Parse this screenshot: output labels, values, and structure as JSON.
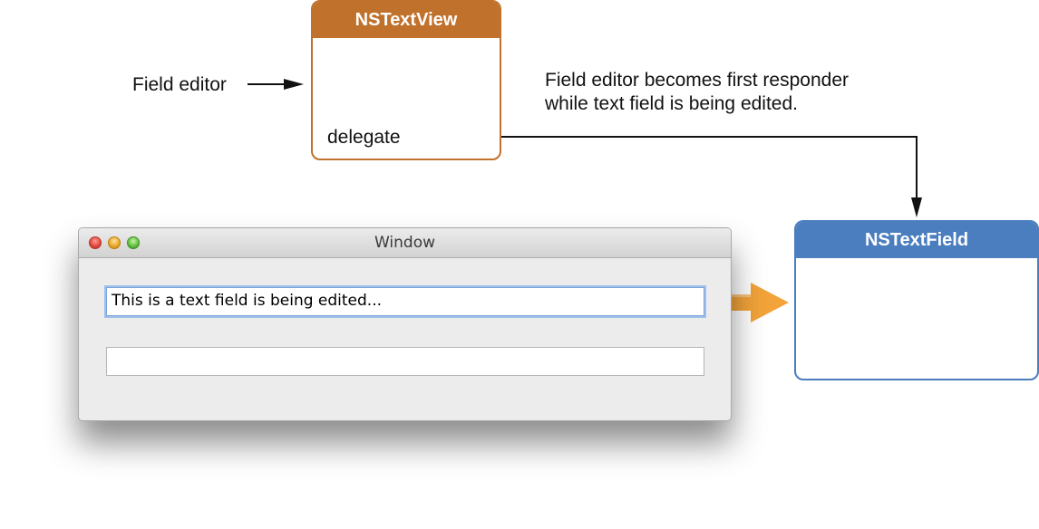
{
  "nstextview": {
    "title": "NSTextView",
    "outlet_label": "delegate",
    "color": "#c0712c"
  },
  "nstextfield": {
    "title": "NSTextField",
    "color": "#4a7ebf"
  },
  "labels": {
    "field_editor": "Field editor",
    "note_line1": "Field editor becomes first responder",
    "note_line2": "while text field is being edited."
  },
  "window": {
    "title": "Window",
    "edited_field_value": "This is a text field is being edited...",
    "empty_field_value": ""
  },
  "arrow_colors": {
    "outline": "#111111",
    "highlight": "#f2a33a"
  }
}
